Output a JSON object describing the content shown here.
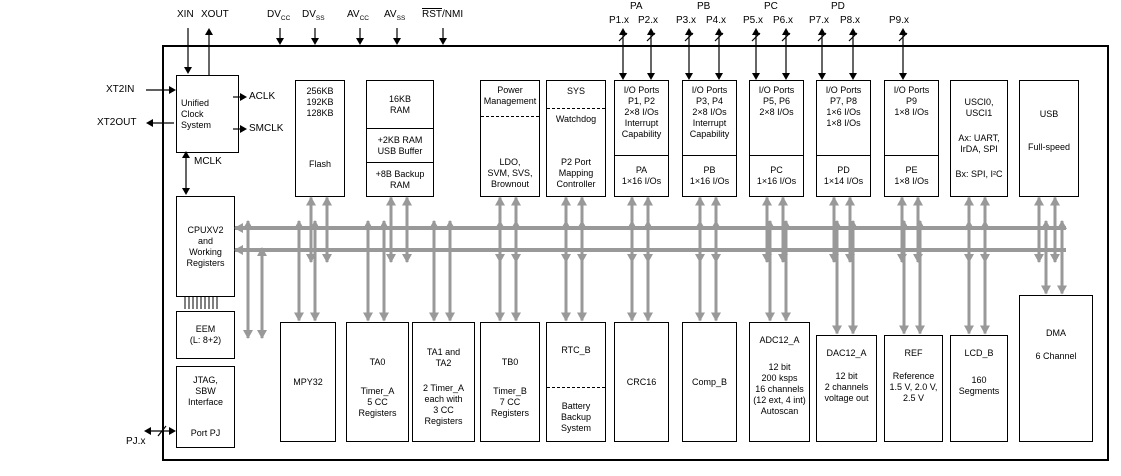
{
  "diagram": {
    "bus_color": "#999999",
    "line_color": "#000000",
    "background": "#ffffff"
  },
  "pins": {
    "top": {
      "xin": "XIN",
      "xout": "XOUT",
      "dvcc": {
        "base": "DV",
        "sub": "CC"
      },
      "dvss": {
        "base": "DV",
        "sub": "SS"
      },
      "avcc": {
        "base": "AV",
        "sub": "CC"
      },
      "avss": {
        "base": "AV",
        "sub": "SS"
      },
      "rst": {
        "bar": "RST",
        "rest": "/NMI"
      },
      "groups": {
        "pa": "PA",
        "pb": "PB",
        "pc": "PC",
        "pd": "PD"
      },
      "ports": {
        "p1": "P1.x",
        "p2": "P2.x",
        "p3": "P3.x",
        "p4": "P4.x",
        "p5": "P5.x",
        "p6": "P6.x",
        "p7": "P7.x",
        "p8": "P8.x",
        "p9": "P9.x"
      }
    },
    "left": {
      "xt2in": "XT2IN",
      "xt2out": "XT2OUT",
      "pjx": "PJ.x"
    },
    "clocks": {
      "aclk": "ACLK",
      "smclk": "SMCLK",
      "mclk": "MCLK"
    }
  },
  "blocks": {
    "ucs": {
      "title": "Unified\nClock\nSystem"
    },
    "flash": {
      "sizes": "256KB\n192KB\n128KB",
      "label": "Flash"
    },
    "ram": {
      "s1": "16KB\nRAM",
      "s2": "+2KB RAM\nUSB Buffer",
      "s3": "+8B Backup\nRAM"
    },
    "pmm": {
      "title": "Power\nManagement",
      "body": "LDO,\nSVM, SVS,\nBrownout"
    },
    "sys": {
      "title": "SYS",
      "s1": "Watchdog",
      "s2": "P2 Port\nMapping\nController"
    },
    "io12": {
      "top": "I/O Ports\nP1, P2\n2×8 I/Os\nInterrupt\nCapability",
      "bottom": "PA\n1×16 I/Os"
    },
    "io34": {
      "top": "I/O Ports\nP3, P4\n2×8 I/Os\nInterrupt\nCapability",
      "bottom": "PB\n1×16 I/Os"
    },
    "io56": {
      "top": "I/O Ports\nP5, P6\n2×8 I/Os",
      "bottom": "PC\n1×16 I/Os"
    },
    "io78": {
      "top": "I/O Ports\nP7, P8\n1×6 I/Os\n1×8 I/Os",
      "bottom": "PD\n1×14 I/Os"
    },
    "io9": {
      "top": "I/O Ports\nP9\n1×8 I/Os",
      "bottom": "PE\n1×8 I/Os"
    },
    "usci": {
      "title": "USCI0,\nUSCI1",
      "a": "Ax: UART,\nIrDA, SPI",
      "b": "Bx: SPI, I²C"
    },
    "usb": {
      "title": "USB",
      "body": "Full-speed"
    },
    "cpu": {
      "title": "CPUXV2\nand\nWorking\nRegisters"
    },
    "eem": {
      "title": "EEM\n(L: 8+2)"
    },
    "jtag": {
      "title": "JTAG,\nSBW\nInterface",
      "port": "Port PJ"
    },
    "mpy": {
      "title": "MPY32"
    },
    "ta0": {
      "title": "TA0",
      "body": "Timer_A\n5 CC\nRegisters"
    },
    "ta12": {
      "title": "TA1 and\nTA2",
      "body": "2 Timer_A\neach with\n3 CC\nRegisters"
    },
    "tb0": {
      "title": "TB0",
      "body": "Timer_B\n7 CC\nRegisters"
    },
    "rtc": {
      "title": "RTC_B",
      "body": "Battery\nBackup\nSystem"
    },
    "crc": {
      "title": "CRC16"
    },
    "comp": {
      "title": "Comp_B"
    },
    "adc": {
      "title": "ADC12_A",
      "body": "12 bit\n200 ksps\n16 channels\n(12 ext, 4 int)\nAutoscan"
    },
    "dac": {
      "title": "DAC12_A",
      "body": "12 bit\n2 channels\nvoltage out"
    },
    "ref": {
      "title": "REF",
      "body": "Reference\n1.5 V, 2.0 V,\n2.5 V"
    },
    "lcd": {
      "title": "LCD_B",
      "body": "160\nSegments"
    },
    "dma": {
      "title": "DMA",
      "body": "6 Channel"
    }
  }
}
